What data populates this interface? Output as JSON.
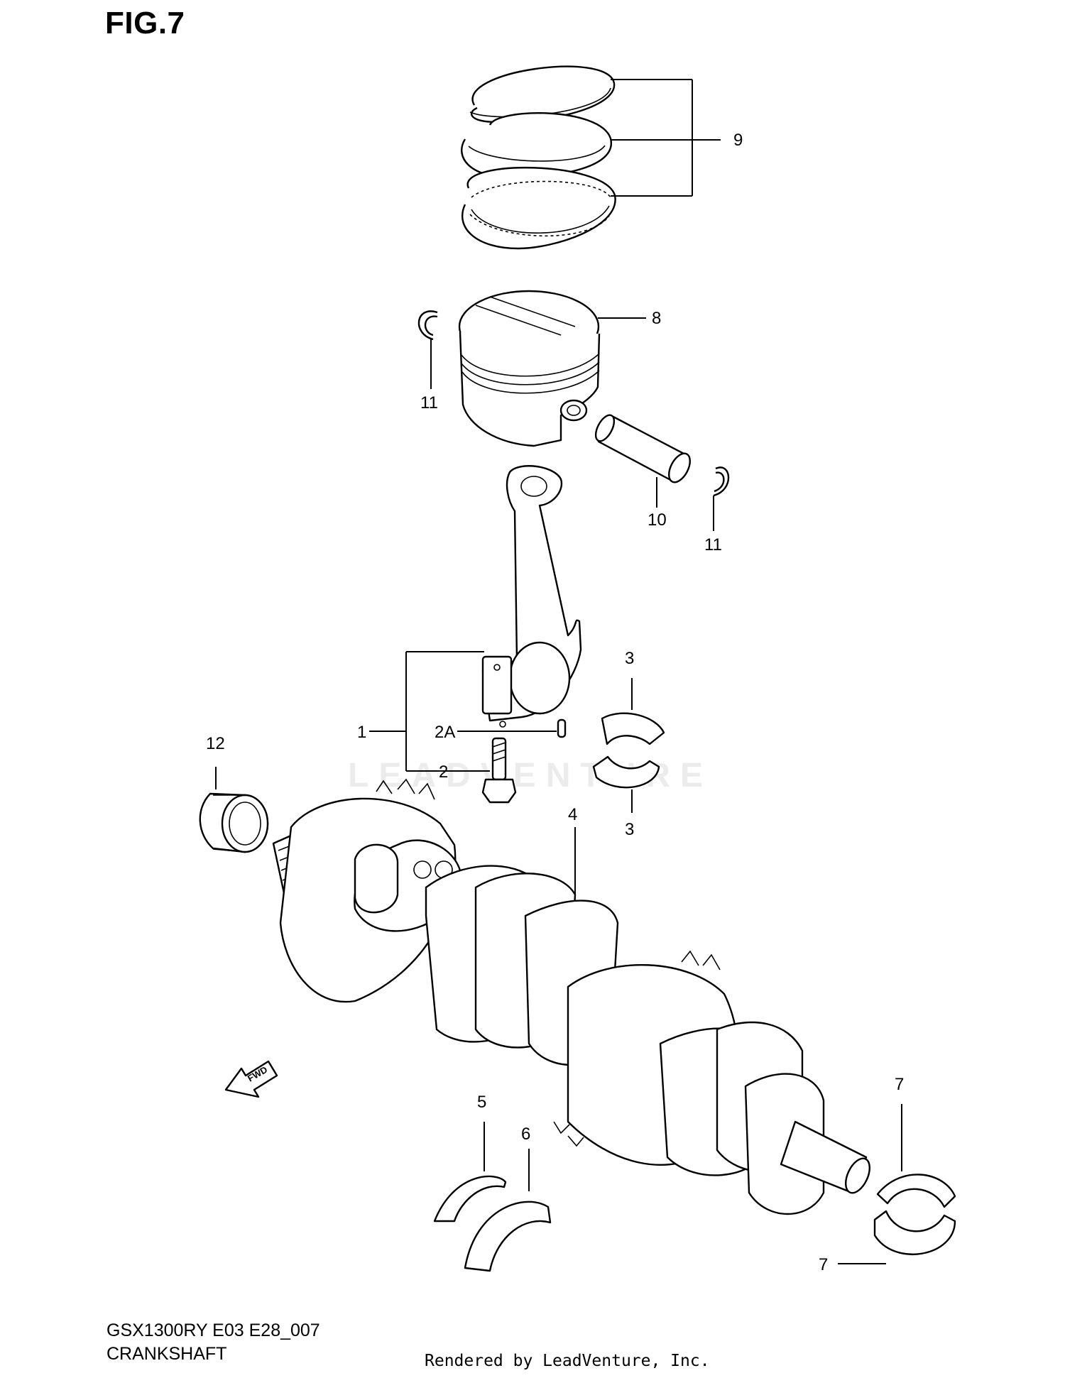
{
  "figure": {
    "title": "FIG.7",
    "model_code": "GSX1300RY E03 E28_007",
    "section": "CRANKSHAFT",
    "credit": "Rendered by LeadVenture, Inc.",
    "watermark": "LEADVENTURE",
    "direction_marker": "FWD"
  },
  "callouts": [
    {
      "id": "9",
      "part": "piston-ring-set"
    },
    {
      "id": "8",
      "part": "piston"
    },
    {
      "id": "11",
      "part": "piston-pin-circlip"
    },
    {
      "id": "10",
      "part": "piston-pin"
    },
    {
      "id": "11",
      "part": "piston-pin-circlip"
    },
    {
      "id": "3",
      "part": "crank-pin-bearing-upper"
    },
    {
      "id": "1",
      "part": "connecting-rod"
    },
    {
      "id": "2A",
      "part": "pin"
    },
    {
      "id": "2",
      "part": "connecting-rod-bolt"
    },
    {
      "id": "3",
      "part": "crank-pin-bearing-lower"
    },
    {
      "id": "12",
      "part": "crankshaft-bearing"
    },
    {
      "id": "4",
      "part": "crankshaft"
    },
    {
      "id": "5",
      "part": "thrust-bearing"
    },
    {
      "id": "6",
      "part": "thrust-bearing"
    },
    {
      "id": "7",
      "part": "journal-bearing-upper"
    },
    {
      "id": "7",
      "part": "journal-bearing-lower"
    }
  ],
  "colors": {
    "line": "#000000",
    "background": "#ffffff",
    "watermark": "#ececec"
  }
}
